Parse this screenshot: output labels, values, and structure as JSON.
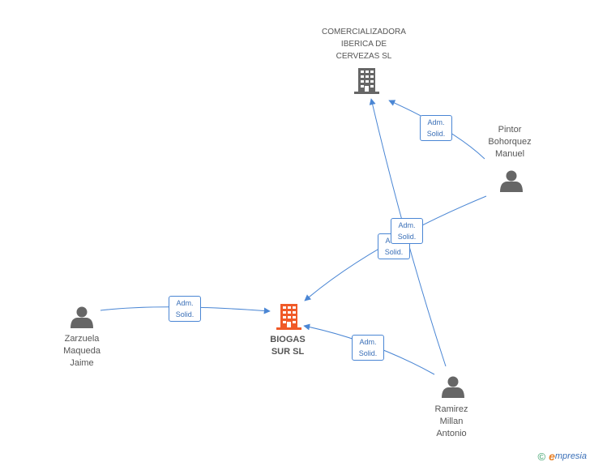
{
  "nodes": {
    "comercializadora": {
      "label": "COMERCIALIZADORA\nIBERICA DE\nCERVEZAS SL",
      "type": "company",
      "icon": "building-icon",
      "color": "#666666"
    },
    "biogas": {
      "label": "BIOGAS\nSUR SL",
      "type": "company-main",
      "icon": "building-icon",
      "color": "#f05a28"
    },
    "pintor": {
      "label": "Pintor\nBohorquez\nManuel",
      "type": "person",
      "icon": "person-icon"
    },
    "zarzuela": {
      "label": "Zarzuela\nMaqueda\nJaime",
      "type": "person",
      "icon": "person-icon"
    },
    "ramirez": {
      "label": "Ramirez\nMillan\nAntonio",
      "type": "person",
      "icon": "person-icon"
    }
  },
  "edges": [
    {
      "from": "pintor",
      "to": "comercializadora",
      "label_line1": "Adm.",
      "label_line2": "Solid."
    },
    {
      "from": "ramirez",
      "to": "comercializadora",
      "label_line1": "Adm.",
      "label_line2": "Solid."
    },
    {
      "from": "pintor",
      "to": "biogas",
      "label_line1": "Adm.",
      "label_line2": "Solid."
    },
    {
      "from": "zarzuela",
      "to": "biogas",
      "label_line1": "Adm.",
      "label_line2": "Solid."
    },
    {
      "from": "ramirez",
      "to": "biogas",
      "label_line1": "Adm.",
      "label_line2": "Solid."
    }
  ],
  "colors": {
    "edge": "#4a86d4",
    "person": "#666666",
    "main_company": "#f05a28",
    "company": "#666666"
  },
  "brand": {
    "copyright": "©",
    "initial": "e",
    "name": "mpresia"
  }
}
